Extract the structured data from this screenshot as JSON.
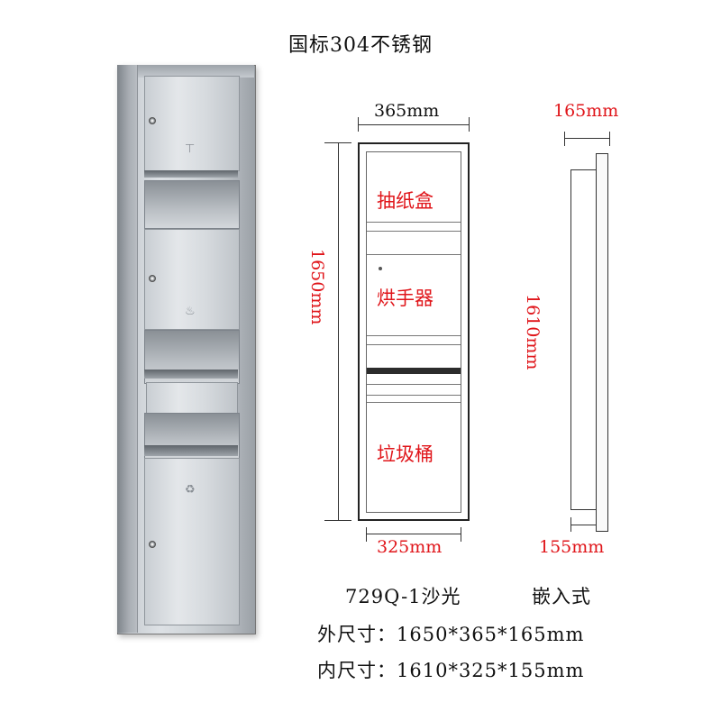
{
  "title": "国标304不锈钢",
  "front": {
    "top_dim": "365mm",
    "height_dim": "1650mm",
    "inner_height_dim": "1610mm",
    "bottom_dim": "325mm",
    "labels": [
      "抽纸盒",
      "烘手器",
      "垃圾桶"
    ]
  },
  "side": {
    "top_dim": "165mm",
    "bottom_dim": "155mm"
  },
  "model": "729Q-1沙光",
  "install_type": "嵌入式",
  "outer_size": "外尺寸：1650*365*165mm",
  "inner_size": "内尺寸：1610*325*155mm",
  "colors": {
    "dimension_red": "#e0151a",
    "steel": "#d6dade"
  }
}
